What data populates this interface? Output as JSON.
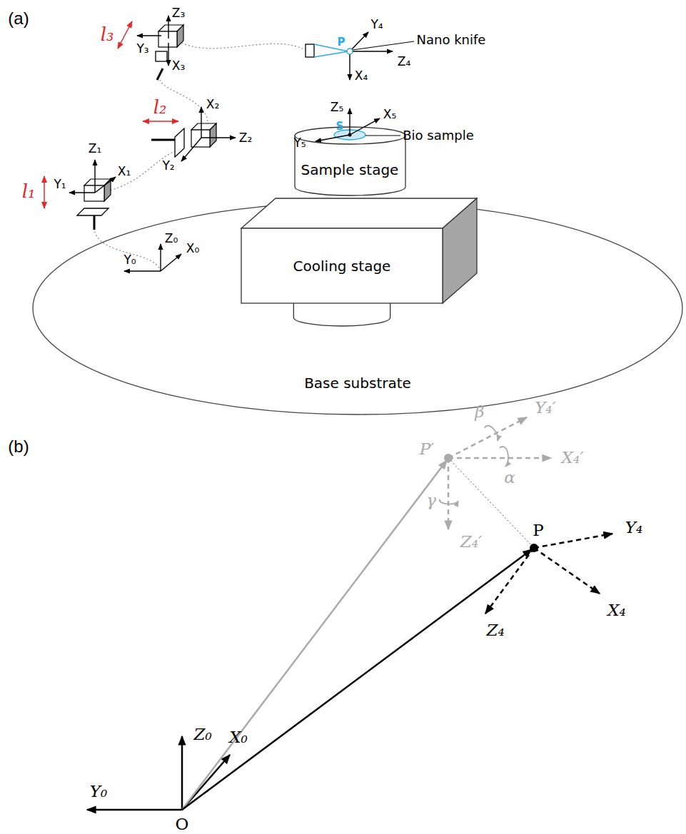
{
  "diagram": {
    "nodes": [
      {
        "text": [
          "Sample stage"
        ]
      },
      {
        "text": [
          "Base substrate"
        ]
      },
      {
        "text": [
          "Cooling stage"
        ],
        "in": 1
      }
    ],
    "labels": [
      "(a)",
      "Z₃",
      "l₃",
      "Y₄",
      "Nano knife",
      "P",
      "Y₃",
      "Z₄",
      "X₃",
      "X₄",
      "Z₅",
      "X₅",
      "X₂",
      "l₂",
      "Y₅",
      "S",
      "Bio sample",
      "Z₂",
      "Y₂",
      "Z₁",
      "X₁",
      "Y₁",
      "l₁",
      "Z₀",
      "X₀",
      "Y₀",
      "(b)",
      "β",
      "Y₄′",
      "P′",
      "X₄′",
      "α",
      "γ",
      "Z₄′",
      "P",
      "Y₄",
      "X₄",
      "Z₄",
      "Z₀",
      "X₀",
      "Y₀",
      "O"
    ]
  }
}
